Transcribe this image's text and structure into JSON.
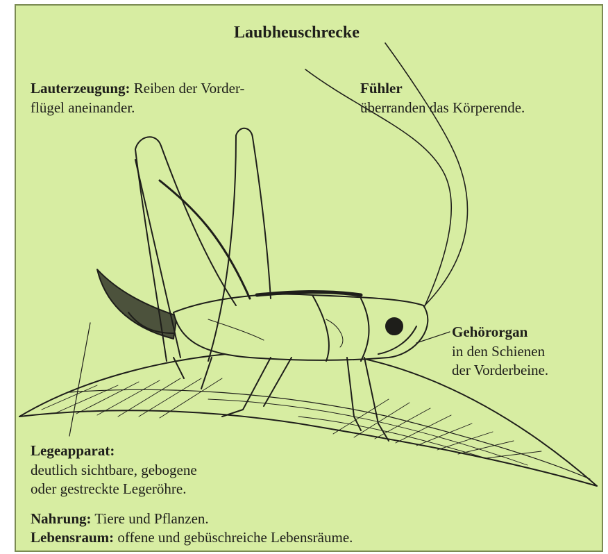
{
  "title": "Laubheuschrecke",
  "labels": {
    "lauterzeugung": {
      "term": "Lauterzeugung:",
      "line1": "Reiben der Vorder-",
      "line2": "flügel aneinander."
    },
    "fuehler": {
      "term": "Fühler",
      "line1": "überranden das Körperende."
    },
    "gehoerorgan": {
      "term": "Gehörorgan",
      "line1": "in den Schienen",
      "line2": "der Vorderbeine."
    },
    "legeapparat": {
      "term": "Legeapparat:",
      "line1": "deutlich sichtbare, gebogene",
      "line2": "oder gestreckte Legeröhre."
    },
    "nahrung": {
      "term": "Nahrung:",
      "text": "Tiere und Pflanzen."
    },
    "lebensraum": {
      "term": "Lebensraum:",
      "text": "offene und gebüschreiche Lebensräume."
    }
  },
  "colors": {
    "background": "#d7eda2",
    "ink": "#1e1e1a",
    "border": "#7a8a52"
  },
  "illustration": "bush-cricket-on-leaf"
}
